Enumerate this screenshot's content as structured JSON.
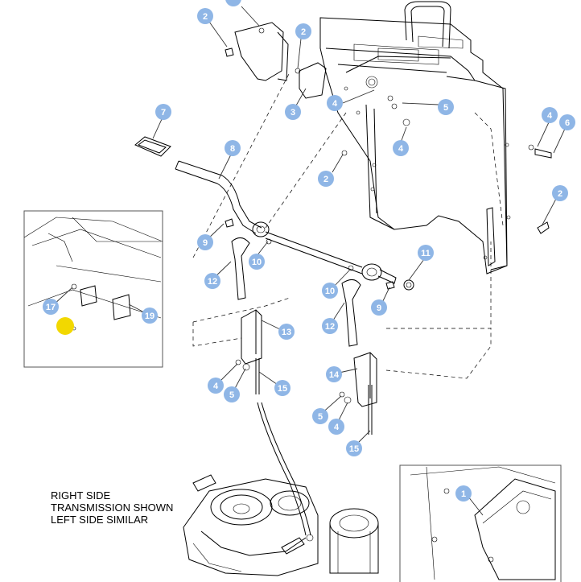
{
  "note": {
    "lines": [
      "RIGHT SIDE",
      "TRANSMISSION SHOWN",
      "LEFT SIDE SIMILAR"
    ]
  },
  "callouts": [
    {
      "id": "c2a",
      "label": "2"
    },
    {
      "id": "c2b",
      "label": "2"
    },
    {
      "id": "c3",
      "label": "3"
    },
    {
      "id": "c4a",
      "label": "4"
    },
    {
      "id": "c5a",
      "label": "5"
    },
    {
      "id": "c4b",
      "label": "4"
    },
    {
      "id": "c4c",
      "label": "4"
    },
    {
      "id": "c6",
      "label": "6"
    },
    {
      "id": "c7",
      "label": "7"
    },
    {
      "id": "c8",
      "label": "8"
    },
    {
      "id": "c2c",
      "label": "2"
    },
    {
      "id": "c2d",
      "label": "2"
    },
    {
      "id": "c9a",
      "label": "9"
    },
    {
      "id": "c10a",
      "label": "10"
    },
    {
      "id": "c12a",
      "label": "12"
    },
    {
      "id": "c11",
      "label": "11"
    },
    {
      "id": "c10b",
      "label": "10"
    },
    {
      "id": "c9b",
      "label": "9"
    },
    {
      "id": "c12b",
      "label": "12"
    },
    {
      "id": "c13",
      "label": "13"
    },
    {
      "id": "c4d",
      "label": "4"
    },
    {
      "id": "c5b",
      "label": "5"
    },
    {
      "id": "c15a",
      "label": "15"
    },
    {
      "id": "c14",
      "label": "14"
    },
    {
      "id": "c5c",
      "label": "5"
    },
    {
      "id": "c4e",
      "label": "4"
    },
    {
      "id": "c15b",
      "label": "15"
    },
    {
      "id": "c17",
      "label": "17"
    },
    {
      "id": "c19",
      "label": "19"
    },
    {
      "id": "c1",
      "label": "1"
    }
  ],
  "colors": {
    "badge": "#8fb6e6",
    "highlight": "#f2d800",
    "line": "#000000"
  }
}
